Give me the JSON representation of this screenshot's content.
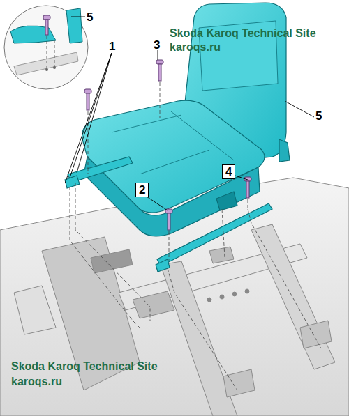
{
  "diagram": {
    "labels": [
      "5",
      "1",
      "3",
      "Skoda Karoq Technical Site",
      "karoqs.ru",
      "5",
      "4",
      "2",
      "Skoda Karoq Technical Site",
      "karoqs.ru"
    ]
  }
}
